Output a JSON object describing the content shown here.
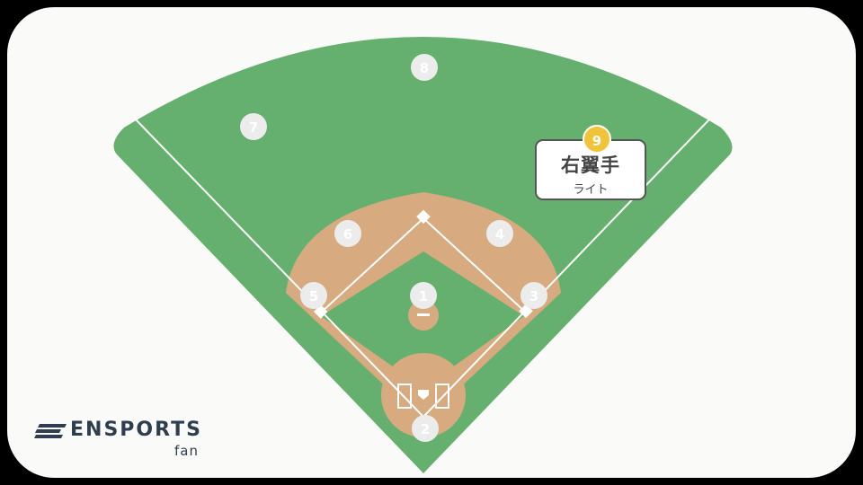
{
  "colors": {
    "grass": "#66b06f",
    "dirt": "#d8aa80",
    "line": "#ffffff",
    "marker": "#ececec",
    "marker_text": "#ffffff",
    "highlight": "#f0c338",
    "logo": "#2f3e4e"
  },
  "positions": [
    {
      "number": "1"
    },
    {
      "number": "2"
    },
    {
      "number": "3"
    },
    {
      "number": "4"
    },
    {
      "number": "5"
    },
    {
      "number": "6"
    },
    {
      "number": "7"
    },
    {
      "number": "8"
    }
  ],
  "highlight": {
    "number": "9",
    "title": "右翼手",
    "subtitle": "ライト"
  },
  "logo": {
    "name": "ENSPORTS",
    "sub": "fan"
  }
}
